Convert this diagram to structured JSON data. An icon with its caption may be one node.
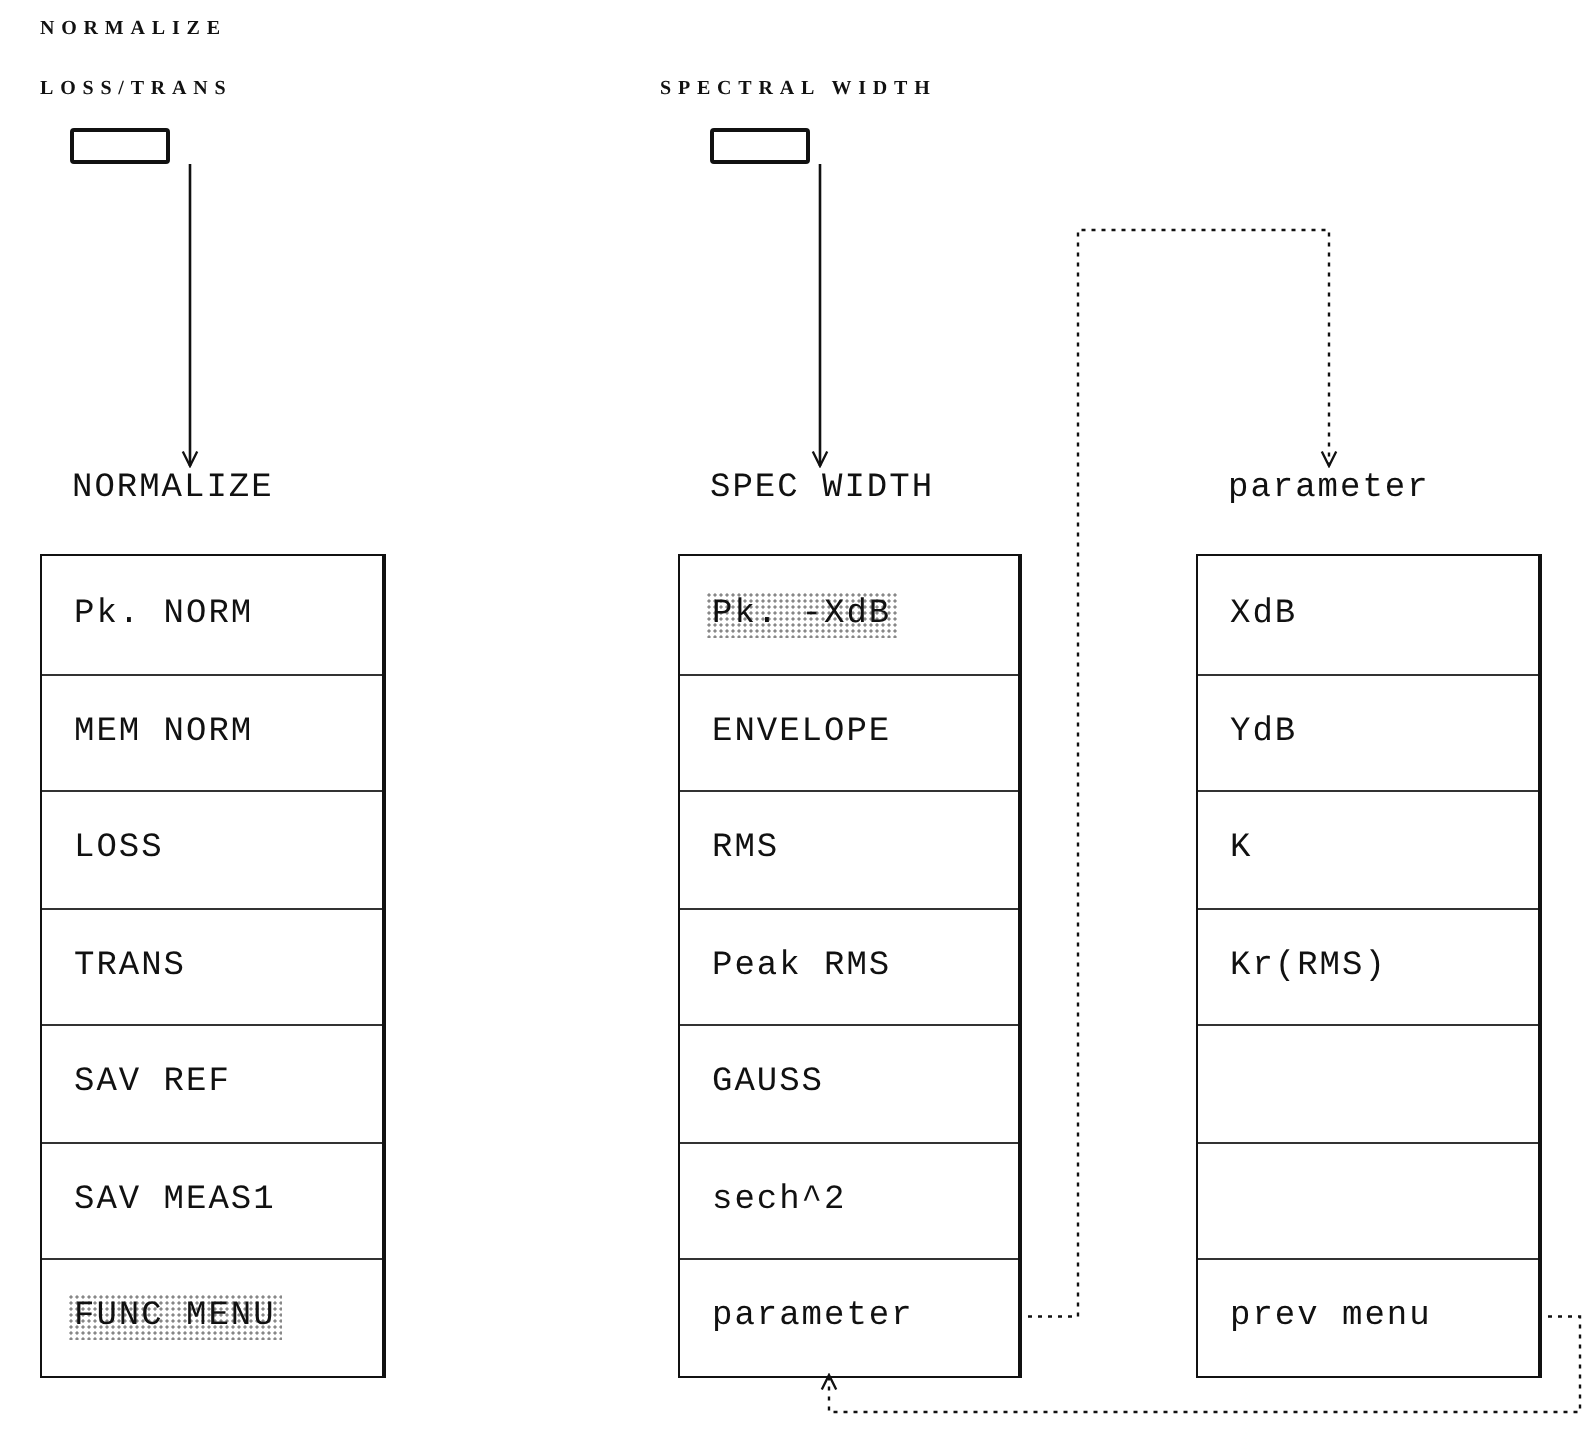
{
  "diagram": {
    "nodes": [
      {
        "text": [
          "NORMALIZE LOSS/TRANS"
        ]
      },
      {
        "text": [
          "SPECTRAL WIDTH"
        ]
      },
      {
        "text": [
          "NORMALIZE"
        ]
      },
      {
        "text": [
          "Pk. NORM"
        ],
        "in": 2
      },
      {
        "text": [
          "MEM NORM"
        ],
        "in": 2
      },
      {
        "text": [
          "LOSS"
        ],
        "in": 2
      },
      {
        "text": [
          "TRANS"
        ],
        "in": 2
      },
      {
        "text": [
          "SAV REF"
        ],
        "in": 2
      },
      {
        "text": [
          "SAV MEAS1"
        ],
        "in": 2
      },
      {
        "text": [
          "FUNC MENU"
        ],
        "in": 2
      },
      {
        "text": [
          "SPEC WIDTH"
        ]
      },
      {
        "text": [
          "Pk. -XdB"
        ],
        "in": 10
      },
      {
        "text": [
          "ENVELOPE"
        ],
        "in": 10
      },
      {
        "text": [
          "RMS"
        ],
        "in": 10
      },
      {
        "text": [
          "Peak RMS"
        ],
        "in": 10
      },
      {
        "text": [
          "GAUSS"
        ],
        "in": 10
      },
      {
        "text": [
          "sech^2"
        ],
        "in": 10
      },
      {
        "text": [
          "parameter"
        ],
        "in": 10
      },
      {
        "text": [
          "parameter"
        ]
      },
      {
        "text": [
          "XdB"
        ],
        "in": 18
      },
      {
        "text": [
          "YdB"
        ],
        "in": 18
      },
      {
        "text": [
          "K"
        ],
        "in": 18
      },
      {
        "text": [
          "Kr(RMS)"
        ],
        "in": 18
      },
      {
        "text": [],
        "shape": "box",
        "in": 18
      },
      {
        "text": [],
        "shape": "box",
        "in": 18
      },
      {
        "text": [
          "prev menu"
        ],
        "in": 18
      }
    ],
    "edges": [
      {
        "from": 0,
        "to": 2,
        "arrow": "to"
      },
      {
        "from": 1,
        "to": 10,
        "arrow": "to"
      },
      {
        "from": 17,
        "to": 18,
        "arrow": "to",
        "style": "dashed"
      },
      {
        "from": 25,
        "to": 17,
        "arrow": "to",
        "style": "dashed"
      }
    ]
  }
}
